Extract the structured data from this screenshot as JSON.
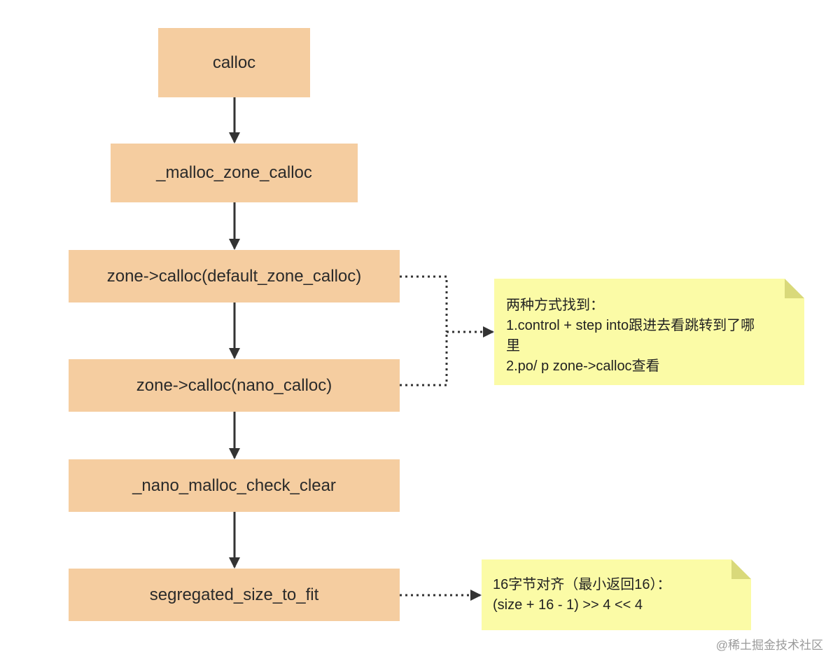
{
  "nodes": [
    {
      "id": "n1",
      "label": "calloc"
    },
    {
      "id": "n2",
      "label": "_malloc_zone_calloc"
    },
    {
      "id": "n3",
      "label": "zone->calloc(default_zone_calloc)"
    },
    {
      "id": "n4",
      "label": "zone->calloc(nano_calloc)"
    },
    {
      "id": "n5",
      "label": "_nano_malloc_check_clear"
    },
    {
      "id": "n6",
      "label": "segregated_size_to_fit"
    }
  ],
  "notes": [
    {
      "id": "note1",
      "lines": [
        "两种方式找到：",
        "1.control + step into跟进去看跳转到了哪",
        "里",
        "2.po/ p zone->calloc查看"
      ]
    },
    {
      "id": "note2",
      "lines": [
        "16字节对齐（最小返回16）：",
        "(size + 16 - 1) >> 4 << 4"
      ]
    }
  ],
  "watermark": "@稀土掘金技术社区",
  "colors": {
    "node_fill": "#f5cda0",
    "note_fill": "#fbfba6",
    "arrow": "#333333"
  }
}
